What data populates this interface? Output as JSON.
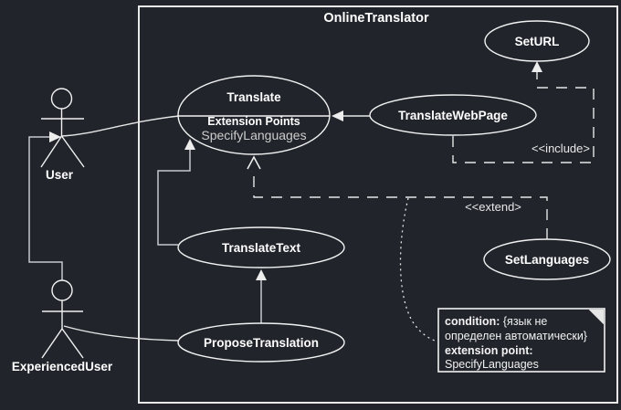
{
  "diagram": {
    "title": "OnlineTranslator"
  },
  "actors": {
    "user": {
      "label": "User"
    },
    "experienced_user": {
      "label": "ExperiencedUser"
    }
  },
  "use_cases": {
    "translate": {
      "title": "Translate",
      "compartment_label": "Extension Points",
      "extension_point": "SpecifyLanguages"
    },
    "translate_web_page": {
      "label": "TranslateWebPage"
    },
    "set_url": {
      "label": "SetURL"
    },
    "translate_text": {
      "label": "TranslateText"
    },
    "propose_translation": {
      "label": "ProposeTranslation"
    },
    "set_languages": {
      "label": "SetLanguages"
    }
  },
  "stereotypes": {
    "include": "<<include>",
    "extend": "<<extend>"
  },
  "note": {
    "condition_label": "condition:",
    "condition_value": " {язык не",
    "condition_line2": "определен автоматически}",
    "extension_label": "extension point:",
    "extension_value": "SpecifyLanguages"
  },
  "colors": {
    "background": "#21242b",
    "line": "#ebebeb",
    "text": "#ffffff"
  }
}
